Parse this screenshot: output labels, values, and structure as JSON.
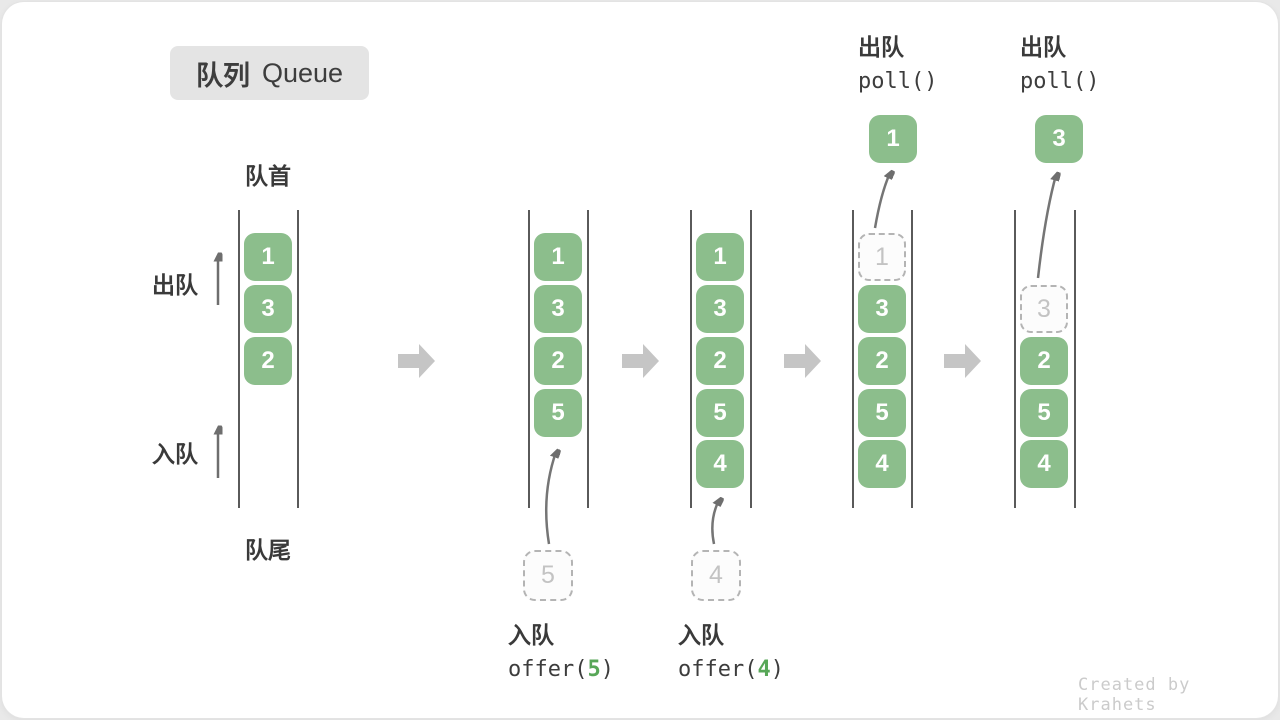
{
  "title": {
    "zh": "队列",
    "en": "Queue"
  },
  "labels": {
    "front": "队首",
    "rear": "队尾",
    "dequeue": "出队",
    "enqueue": "入队"
  },
  "operations": {
    "enqueue5": {
      "label": "入队",
      "code_before": "offer(",
      "arg": "5",
      "code_after": ")"
    },
    "enqueue4": {
      "label": "入队",
      "code_before": "offer(",
      "arg": "4",
      "code_after": ")"
    },
    "poll1": {
      "label": "出队",
      "code": "poll()",
      "result": "1"
    },
    "poll2": {
      "label": "出队",
      "code": "poll()",
      "result": "3"
    }
  },
  "queues": [
    {
      "slots": [
        "1",
        "3",
        "2"
      ]
    },
    {
      "slots": [
        "1",
        "3",
        "2",
        "5"
      ],
      "pending": "5"
    },
    {
      "slots": [
        "1",
        "3",
        "2",
        "5",
        "4"
      ],
      "pending": "4"
    },
    {
      "ghost": "1",
      "slots": [
        "3",
        "2",
        "5",
        "4"
      ]
    },
    {
      "ghost": "3",
      "slots": [
        "2",
        "5",
        "4"
      ]
    }
  ],
  "watermark": "Created by Krahets",
  "colors": {
    "box_green": "#8cbe8c",
    "code_arg_green": "#58a758",
    "block_arrow_gray": "#c5c5c5",
    "channel_line": "#5a5a5a",
    "curved_arrow": "#757575",
    "title_bg": "#e4e4e4",
    "ghost_border": "#b4b4b4"
  }
}
